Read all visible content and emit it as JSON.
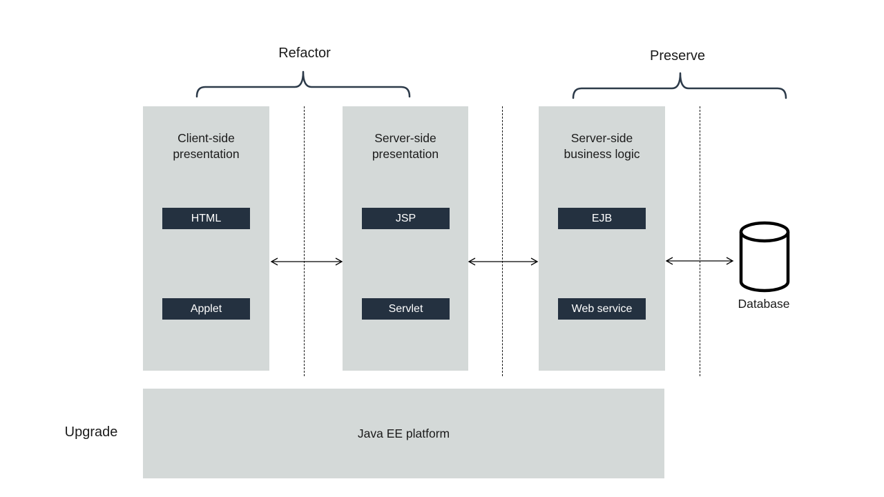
{
  "annotations": {
    "refactor": "Refactor",
    "preserve": "Preserve",
    "upgrade": "Upgrade"
  },
  "columns": [
    {
      "title": "Client-side presentation",
      "boxes": [
        "HTML",
        "Applet"
      ]
    },
    {
      "title": "Server-side presentation",
      "boxes": [
        "JSP",
        "Servlet"
      ]
    },
    {
      "title": "Server-side business logic",
      "boxes": [
        "EJB",
        "Web service"
      ]
    }
  ],
  "platform": {
    "label": "Java EE platform"
  },
  "database": {
    "label": "Database"
  },
  "icons": {
    "database_cylinder": "database-icon",
    "left_right_arrow": "double-arrow-icon",
    "curly_brace": "brace-icon"
  },
  "colors": {
    "panel_fill": "#d4d9d8",
    "box_fill": "#243140",
    "box_text": "#ffffff",
    "brace": "#2c3a49",
    "ink": "#1a1a1a"
  }
}
